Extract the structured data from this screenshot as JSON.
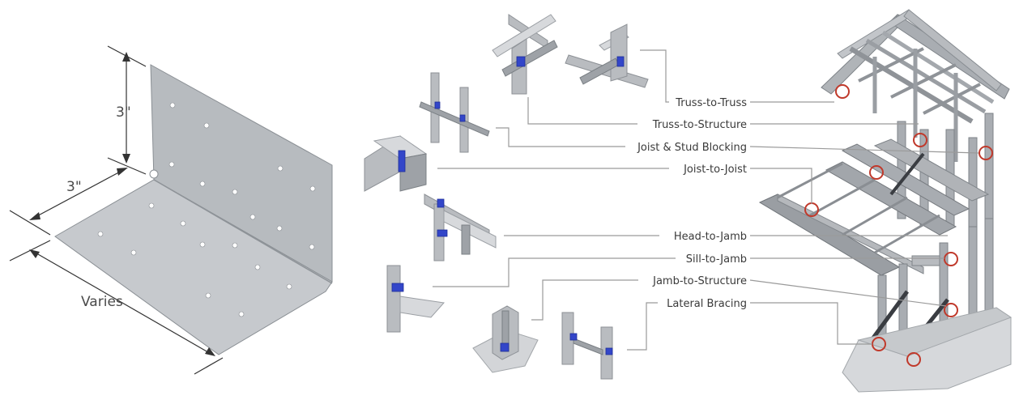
{
  "dimensions": {
    "height": "3\"",
    "depth": "3\"",
    "length": "Varies"
  },
  "callouts": [
    {
      "id": "truss-to-truss",
      "label": "Truss-to-Truss"
    },
    {
      "id": "truss-to-structure",
      "label": "Truss-to-Structure"
    },
    {
      "id": "joist-stud-blocking",
      "label": "Joist & Stud Blocking"
    },
    {
      "id": "joist-to-joist",
      "label": "Joist-to-Joist"
    },
    {
      "id": "head-to-jamb",
      "label": "Head-to-Jamb"
    },
    {
      "id": "sill-to-jamb",
      "label": "Sill-to-Jamb"
    },
    {
      "id": "jamb-to-structure",
      "label": "Jamb-to-Structure"
    },
    {
      "id": "lateral-bracing",
      "label": "Lateral Bracing"
    }
  ],
  "colors": {
    "clip": "#3346c9",
    "steel": "#b9bcc0",
    "highlight_ring": "#c0392b",
    "leader": "#9a9a9a"
  }
}
